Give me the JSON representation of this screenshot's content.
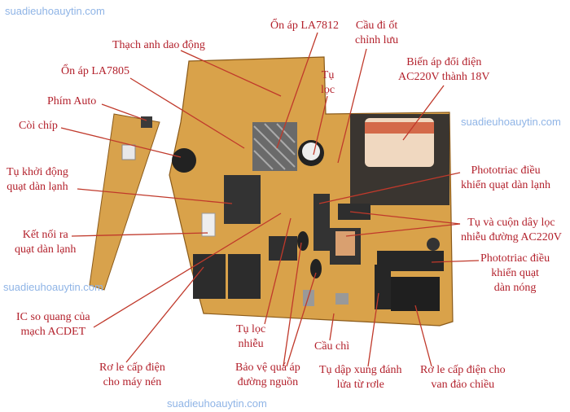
{
  "watermark": "suadieuhoauytin.com",
  "colors": {
    "label": "#b3212c",
    "leader": "#c0392b",
    "board": "#d9a24a"
  },
  "labels": {
    "crystal": [
      "Thạch anh dao động"
    ],
    "la7812": [
      "Ổn áp LA7812"
    ],
    "diode_bridge": [
      "Cầu đi ốt",
      "chỉnh lưu"
    ],
    "la7805": [
      "Ổn áp LA7805"
    ],
    "filter_cap": [
      "Tụ",
      "lọc"
    ],
    "transformer": [
      "Biến áp đổi điện",
      "AC220V thành 18V"
    ],
    "auto_key": [
      "Phím Auto"
    ],
    "buzzer": [
      "Còi chíp"
    ],
    "indoor_fan_cap": [
      "Tụ khởi động",
      "quạt dàn lạnh"
    ],
    "indoor_fan_phototriac": [
      "Phototriac điều",
      "khiển quạt dàn lạnh"
    ],
    "ac_filter": [
      "Tụ và cuộn dây lọc",
      "nhiễu đường AC220V"
    ],
    "indoor_fan_connector": [
      "Kết nối ra",
      "quạt dàn lạnh"
    ],
    "outdoor_fan_phototriac": [
      "Phototriac điều",
      "khiển quạt",
      "dàn nóng"
    ],
    "acdet_ic": [
      "IC so quang của",
      "mạch ACDET"
    ],
    "noise_cap": [
      "Tụ lọc",
      "nhiễu"
    ],
    "fuse": [
      "Cầu chì"
    ],
    "compressor_relay": [
      "Rơ le cấp điện",
      "cho máy nén"
    ],
    "overvoltage": [
      "Bảo vệ quá áp",
      "đường nguồn"
    ],
    "snubber": [
      "Tụ dập xung đánh",
      "lửa từ rơle"
    ],
    "valve_relay": [
      "Rơ le cấp điện cho",
      "van đảo chiều"
    ]
  }
}
